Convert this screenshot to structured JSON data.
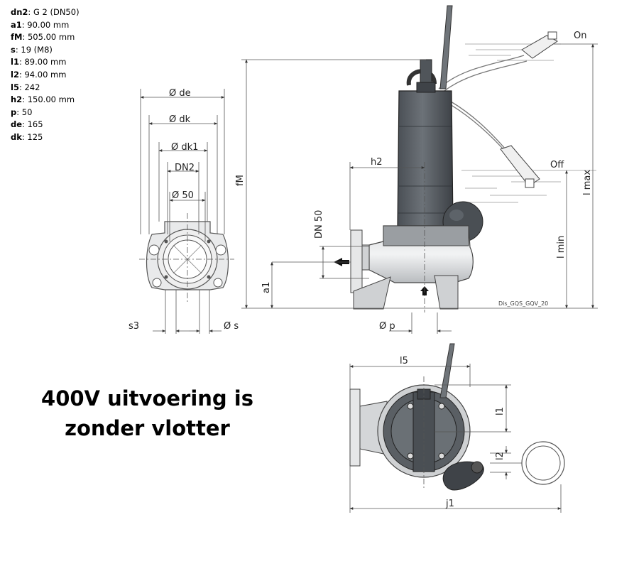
{
  "specs": [
    {
      "key": "dn2",
      "value": "G 2 (DN50)"
    },
    {
      "key": "a1",
      "value": "90.00 mm"
    },
    {
      "key": "fM",
      "value": "505.00 mm"
    },
    {
      "key": "s",
      "value": "19 (M8)"
    },
    {
      "key": "l1",
      "value": "89.00 mm"
    },
    {
      "key": "l2",
      "value": "94.00 mm"
    },
    {
      "key": "l5",
      "value": "242"
    },
    {
      "key": "h2",
      "value": "150.00 mm"
    },
    {
      "key": "p",
      "value": "50"
    },
    {
      "key": "de",
      "value": "165"
    },
    {
      "key": "dk",
      "value": "125"
    }
  ],
  "note": {
    "line1": "400V uitvoering is",
    "line2": "zonder vlotter"
  },
  "drawing": {
    "labels": {
      "de": "Ø de",
      "dk": "Ø dk",
      "dk1": "Ø dk1",
      "dn2": "DN2",
      "d50": "Ø 50",
      "s3": "s3",
      "s": "Ø s",
      "fM": "fM",
      "h2": "h2",
      "dn50": "DN 50",
      "a1": "a1",
      "p": "Ø p",
      "on": "On",
      "off": "Off",
      "lmax": "l max",
      "lmin": "l min",
      "drawing_id": "Dis_GQS_GQV_20",
      "l5": "l5",
      "l1": "l1",
      "l2": "l2",
      "j1": "j1"
    }
  }
}
